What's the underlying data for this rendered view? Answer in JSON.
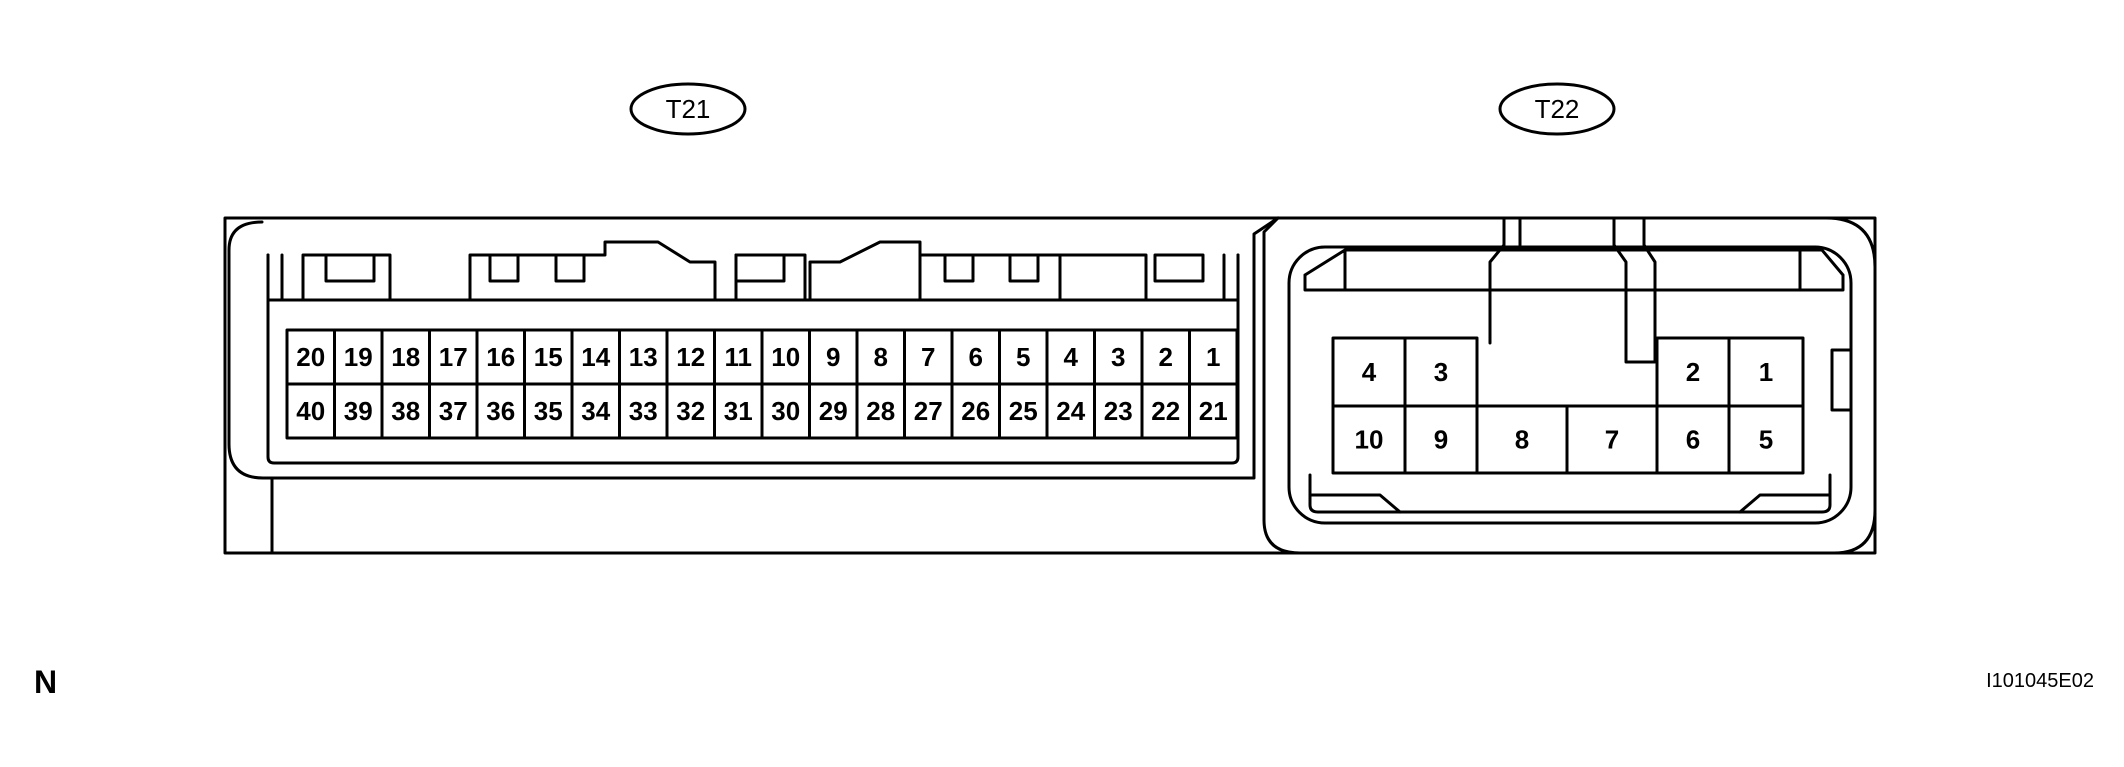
{
  "connectors": {
    "t21": {
      "label": "T21",
      "top_row": [
        "20",
        "19",
        "18",
        "17",
        "16",
        "15",
        "14",
        "13",
        "12",
        "11",
        "10",
        "9",
        "8",
        "7",
        "6",
        "5",
        "4",
        "3",
        "2",
        "1"
      ],
      "bottom_row": [
        "40",
        "39",
        "38",
        "37",
        "36",
        "35",
        "34",
        "33",
        "32",
        "31",
        "30",
        "29",
        "28",
        "27",
        "26",
        "25",
        "24",
        "23",
        "22",
        "21"
      ]
    },
    "t22": {
      "label": "T22",
      "top_row": [
        "4",
        "3",
        "2",
        "1"
      ],
      "bottom_row": [
        "10",
        "9",
        "8",
        "7",
        "6",
        "5"
      ]
    }
  },
  "corner_left": "N",
  "corner_right": "I101045E02",
  "colors": {
    "line": "#000000",
    "background": "#ffffff"
  }
}
